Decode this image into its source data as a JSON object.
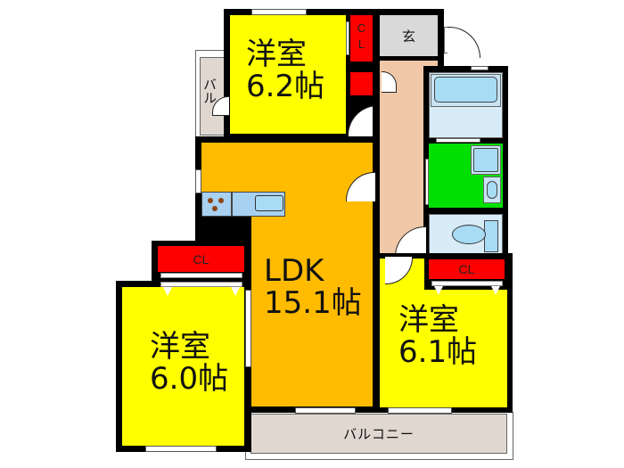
{
  "floorplan": {
    "rooms": {
      "western_room_top": {
        "name": "洋室",
        "size": "6.2帖"
      },
      "ldk": {
        "name": "LDK",
        "size": "15.1帖"
      },
      "western_room_left": {
        "name": "洋室",
        "size": "6.0帖"
      },
      "western_room_right": {
        "name": "洋室",
        "size": "6.1帖"
      },
      "entrance": {
        "name": "玄"
      },
      "balcony_bottom": {
        "name": "バルコニー"
      },
      "balcony_side": {
        "name": "バル"
      }
    },
    "closets": {
      "top": {
        "label_line1": "C",
        "label_line2": "L"
      },
      "left": {
        "label": "CL"
      },
      "right": {
        "label": "CL"
      }
    },
    "colors": {
      "western_room": "#ffff00",
      "ldk": "#ffbb00",
      "closet": "#ff0000",
      "hallway": "#f0c8a8",
      "entrance": "#d9d9d9",
      "washroom": "#00e000",
      "bath": "#d8ecf8",
      "fixture": "#a8dcf4",
      "balcony": "#e0d8d0",
      "wall": "#000000"
    }
  }
}
